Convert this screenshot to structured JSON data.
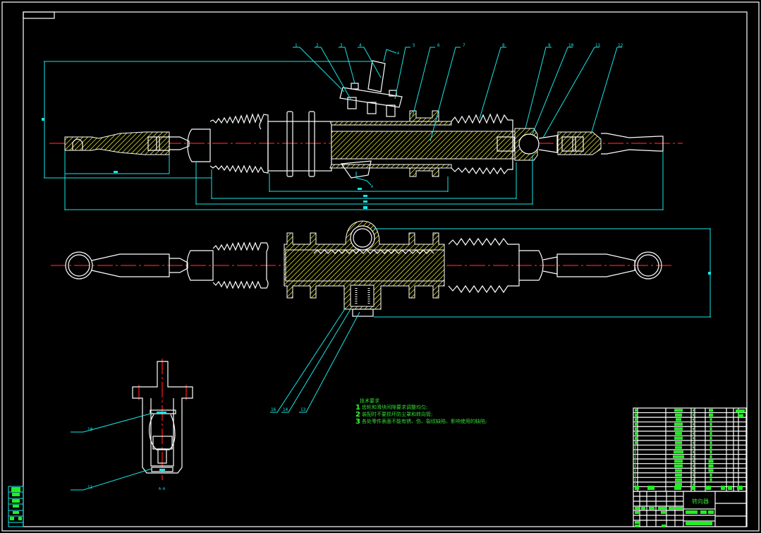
{
  "drawing": {
    "type": "rack-and-pinion steering gear assembly drawing",
    "colors": {
      "background": "#000000",
      "outline": "#ffffff",
      "dimension": "#19e6e6",
      "centerline": "#ff1a1a",
      "hatch": "#ffff33",
      "text": "#33dd33"
    },
    "balloons_top": [
      "1",
      "2",
      "3",
      "4",
      "5",
      "6",
      "7",
      "8",
      "9",
      "10",
      "11",
      "12"
    ],
    "balloons_bottom": [
      "16",
      "14",
      "13"
    ],
    "balloons_section": [
      "10",
      "11"
    ],
    "section_marker": "A",
    "section_title": "A-A",
    "technical_requirements": {
      "title": "技术要求",
      "items": [
        {
          "num": "1",
          "text": "齿轮和滑块间隙要求调整均匀;"
        },
        {
          "num": "2",
          "text": "装配时不要损坏防尘罩和转向管;"
        },
        {
          "num": "3",
          "text": "各处零件表面不能有锈、伤、裂纹缺陷、影响使用的缺陷;"
        }
      ]
    },
    "title_block": {
      "title": "转向器",
      "scale_label": "比例",
      "drawing_label": "图号"
    }
  }
}
